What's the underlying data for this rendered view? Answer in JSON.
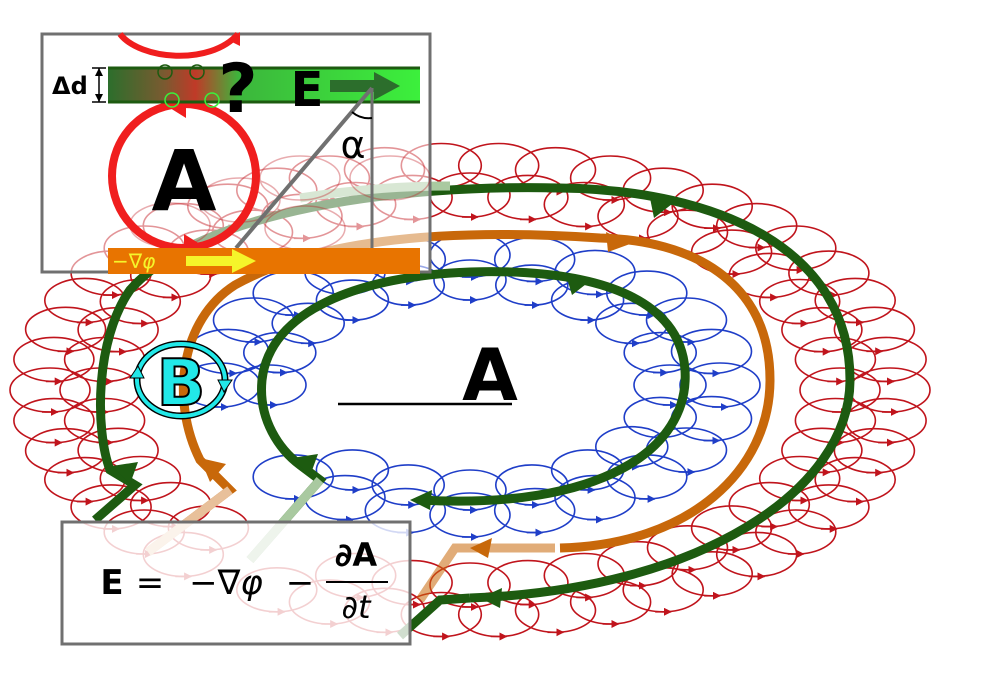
{
  "labels": {
    "delta_d": "Δd",
    "question": "?",
    "field_e": "E",
    "alpha": "α",
    "vector_a_inset": "A",
    "neg_grad_phi": "−∇φ",
    "field_b": "B",
    "vector_a_main": "A"
  },
  "equation": {
    "lhs": "E",
    "equals": "=",
    "grad_term": "−∇φ",
    "minus": "−",
    "numerator": "∂A",
    "denominator": "∂t"
  },
  "colors": {
    "outer_loops": "#c0141c",
    "inner_loops": "#1f3ec8",
    "green_field_line": "#1d5b10",
    "orange_field_line": "#c8680a",
    "inset_red": "#f01e1e",
    "grad_bar": "#e87400",
    "grad_arrow": "#f5f52a",
    "b_cyan": "#22e8e8"
  }
}
